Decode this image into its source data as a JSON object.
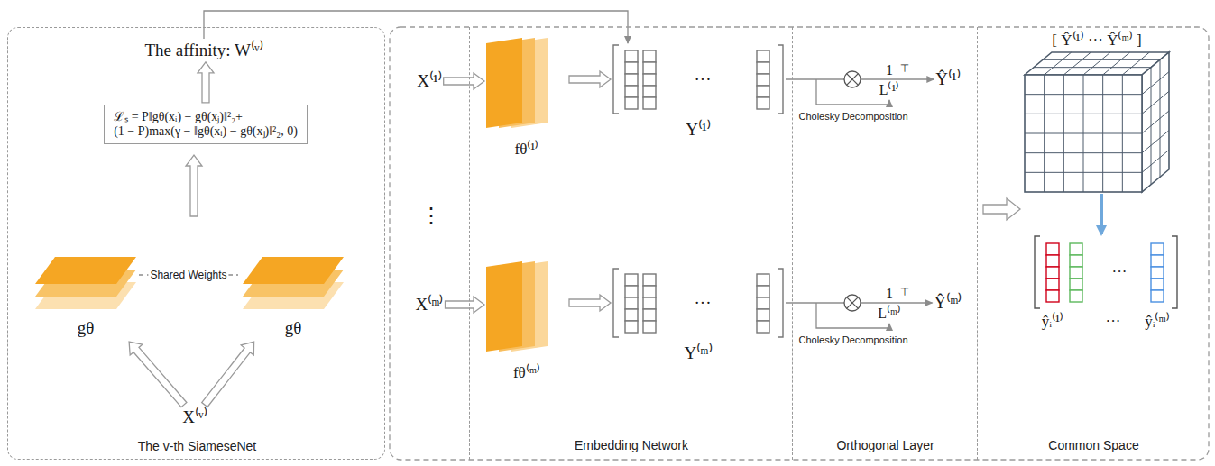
{
  "diagram": {
    "nodes": [
      {
        "text": [
          "The v-th SiameseNet"
        ]
      },
      {
        "text": [
          "The affinity: W⁽ᵛ⁾"
        ],
        "in": 0
      },
      {
        "text": [
          "ℒₛ = P‖gθ(xᵢ) − gθ(xⱼ)‖²₂+",
          "(1 − P)max(γ − ‖gθ(xᵢ) − gθ(xⱼ)‖²₂, 0)"
        ],
        "in": 0
      },
      {
        "text": [
          "gθ"
        ],
        "in": 0
      },
      {
        "text": [
          "gθ"
        ],
        "in": 0
      },
      {
        "text": [
          "X⁽ᵛ⁾"
        ],
        "in": 0
      },
      {
        "text": [
          "X⁽¹⁾"
        ]
      },
      {
        "text": [
          "X⁽ᵐ⁾"
        ]
      },
      {
        "text": [
          "Embedding Network"
        ]
      },
      {
        "text": [
          "fθ⁽¹⁾"
        ],
        "in": 8
      },
      {
        "text": [
          "fθ⁽ᵐ⁾"
        ],
        "in": 8
      },
      {
        "text": [
          "···",
          "Y⁽¹⁾"
        ],
        "in": 8
      },
      {
        "text": [
          "···",
          "Y⁽ᵐ⁾"
        ],
        "in": 8
      },
      {
        "text": [
          "Orthogonal Layer"
        ]
      },
      {
        "text": [
          "Ŷ⁽¹⁾"
        ],
        "in": 13
      },
      {
        "text": [
          "Ŷ⁽ᵐ⁾"
        ],
        "in": 13
      },
      {
        "text": [
          "Common Space"
        ]
      },
      {
        "text": [
          "[ Ŷ⁽¹⁾ ··· Ŷ⁽ᵐ⁾ ]"
        ],
        "in": 16
      },
      {
        "text": [
          "···",
          "ŷᵢ⁽¹⁾",
          "···",
          "ŷᵢ⁽ᵐ⁾"
        ],
        "in": 16
      }
    ],
    "edges": [
      {
        "from": 5,
        "to": 3,
        "arrow": "to"
      },
      {
        "from": 5,
        "to": 4,
        "arrow": "to"
      },
      {
        "from": 2,
        "to": 1,
        "arrow": "to"
      },
      {
        "from": 1,
        "to": 11,
        "arrow": "to"
      },
      {
        "from": 6,
        "to": 9,
        "arrow": "to"
      },
      {
        "from": 7,
        "to": 10,
        "arrow": "to"
      },
      {
        "from": 9,
        "to": 11,
        "arrow": "to"
      },
      {
        "from": 10,
        "to": 12,
        "arrow": "to"
      },
      {
        "from": 11,
        "to": 14,
        "arrow": "to"
      },
      {
        "from": 12,
        "to": 15,
        "arrow": "to"
      },
      {
        "from": 17,
        "to": 18,
        "arrow": "to"
      }
    ],
    "labels": [
      "Shared Weights",
      "⋮",
      "1",
      "L⁽¹⁾",
      "⊤",
      "Cholesky Decomposition",
      "1",
      "L⁽ᵐ⁾",
      "⊤",
      "Cholesky Decomposition"
    ]
  }
}
